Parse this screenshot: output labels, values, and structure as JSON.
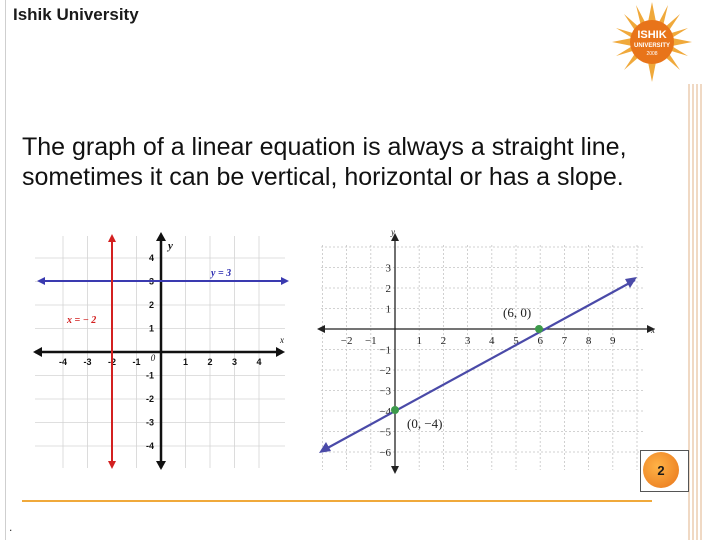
{
  "header": {
    "university": "Ishik University"
  },
  "logo": {
    "line1": "ISHIK",
    "line2": "UNIVERSITY",
    "line3": "2008",
    "colors": {
      "sun": "#f0a93b",
      "seal": "#e8741a",
      "text": "#ffffff"
    }
  },
  "slide": {
    "body": "The graph of a linear equation is always a straight line, sometimes it can be vertical, horizontal or has a slope.",
    "page_number": "2",
    "footnote": "."
  },
  "left_graph": {
    "y_axis": "y",
    "x_axis": "x",
    "origin": "0",
    "horizontal_label": "y = 3",
    "vertical_label": "x = − 2",
    "x_ticks": [
      "-4",
      "-3",
      "-2",
      "-1",
      "1",
      "2",
      "3",
      "4"
    ],
    "y_ticks": [
      "4",
      "3",
      "2",
      "1",
      "-1",
      "-2",
      "-3",
      "-4"
    ],
    "colors": {
      "horizontal_line": "#3a3ab0",
      "vertical_line": "#d32020",
      "label_blue": "#2b2bb0",
      "label_red": "#d32020"
    }
  },
  "right_graph": {
    "y_axis": "y",
    "x_axis": "x",
    "x_ticks": [
      "−2",
      "−1",
      "1",
      "2",
      "3",
      "4",
      "5",
      "6",
      "7",
      "8",
      "9"
    ],
    "y_ticks": [
      "3",
      "2",
      "1",
      "−1",
      "−2",
      "−3",
      "−4",
      "−5",
      "−6"
    ],
    "point_a_label": "(6, 0)",
    "point_b_label": "(0, −4)",
    "colors": {
      "line": "#4a4aa8",
      "points": "#3c9a4a"
    }
  }
}
